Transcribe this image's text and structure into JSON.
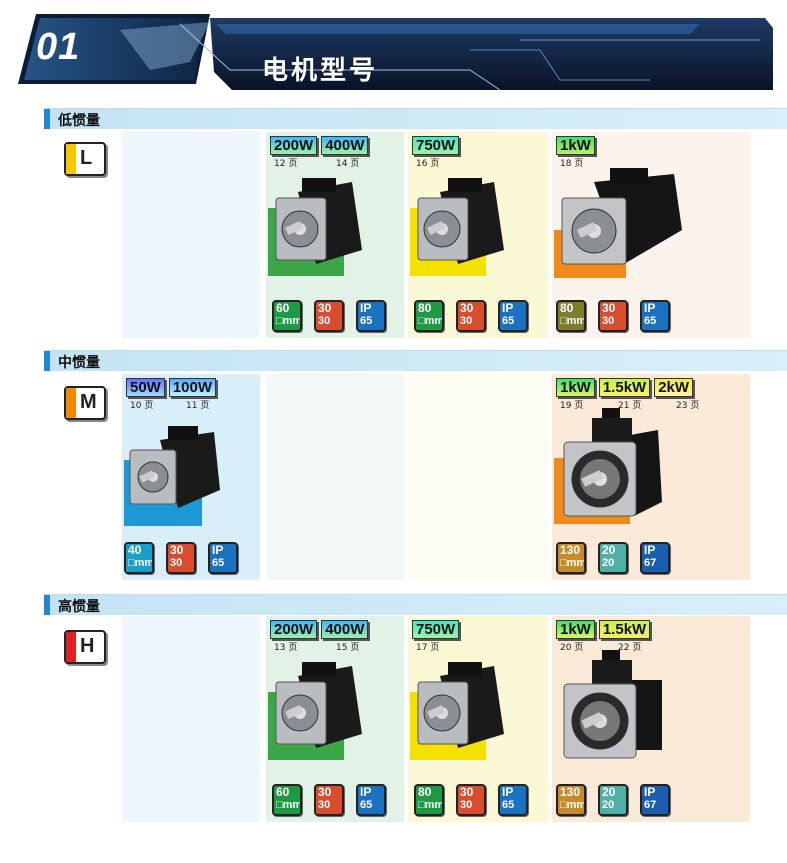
{
  "banner": {
    "number": "01",
    "title": "电机型号"
  },
  "sections": {
    "low": {
      "label": "低惯量",
      "badge": "L",
      "badge_color": "#f5c800"
    },
    "mid": {
      "label": "中惯量",
      "badge": "M",
      "badge_color": "#f08a00"
    },
    "high": {
      "label": "高惯量",
      "badge": "H",
      "badge_color": "#e02020"
    }
  },
  "low": {
    "p1": {
      "watts": [
        "200W",
        "400W"
      ],
      "pages": [
        "12 页",
        "14 页"
      ],
      "icons": [
        [
          "60",
          "□mm"
        ],
        [
          "30",
          "30"
        ],
        [
          "IP",
          "65"
        ]
      ]
    },
    "p2": {
      "watts": [
        "750W"
      ],
      "pages": [
        "16 页"
      ],
      "icons": [
        [
          "80",
          "□mm"
        ],
        [
          "30",
          "30"
        ],
        [
          "IP",
          "65"
        ]
      ]
    },
    "p3": {
      "watts": [
        "1kW"
      ],
      "pages": [
        "18 页"
      ],
      "icons": [
        [
          "80",
          "□mm"
        ],
        [
          "30",
          "30"
        ],
        [
          "IP",
          "65"
        ]
      ]
    }
  },
  "mid": {
    "p0": {
      "watts": [
        "50W",
        "100W"
      ],
      "pages": [
        "10 页",
        "11 页"
      ],
      "icons": [
        [
          "40",
          "□mm"
        ],
        [
          "30",
          "30"
        ],
        [
          "IP",
          "65"
        ]
      ]
    },
    "p3": {
      "watts": [
        "1kW",
        "1.5kW",
        "2kW"
      ],
      "pages": [
        "19 页",
        "21 页",
        "23 页"
      ],
      "icons": [
        [
          "130",
          "□mm"
        ],
        [
          "20",
          "20"
        ],
        [
          "IP",
          "67"
        ]
      ]
    }
  },
  "high": {
    "p1": {
      "watts": [
        "200W",
        "400W"
      ],
      "pages": [
        "13 页",
        "15 页"
      ],
      "icons": [
        [
          "60",
          "□mm"
        ],
        [
          "30",
          "30"
        ],
        [
          "IP",
          "65"
        ]
      ]
    },
    "p2": {
      "watts": [
        "750W"
      ],
      "pages": [
        "17 页"
      ],
      "icons": [
        [
          "80",
          "□mm"
        ],
        [
          "30",
          "30"
        ],
        [
          "IP",
          "65"
        ]
      ]
    },
    "p3": {
      "watts": [
        "1kW",
        "1.5kW"
      ],
      "pages": [
        "20 页",
        "22 页"
      ],
      "icons": [
        [
          "130",
          "□mm"
        ],
        [
          "20",
          "20"
        ],
        [
          "IP",
          "67"
        ]
      ]
    }
  }
}
